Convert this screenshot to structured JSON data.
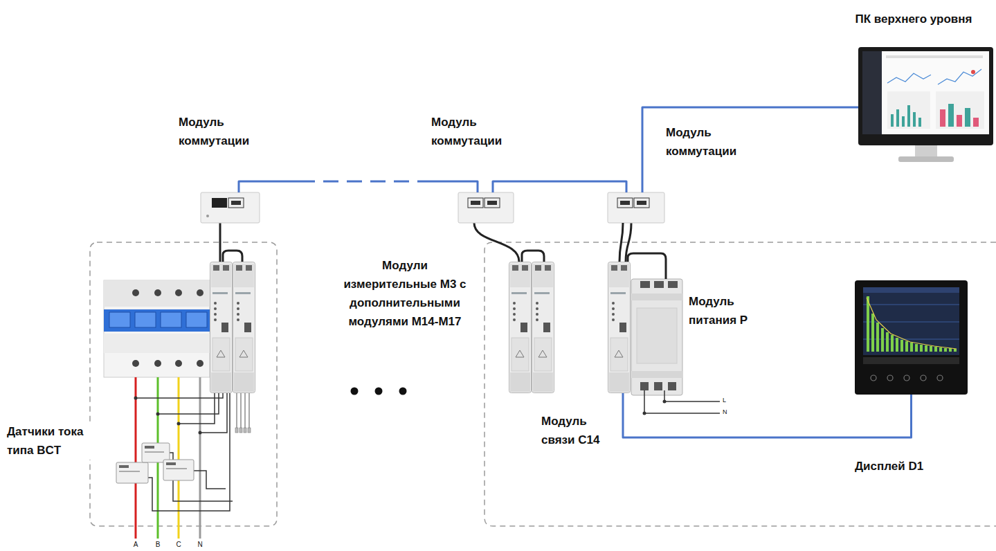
{
  "diagram": {
    "nodes": [
      {
        "text": [
          "ПК верхнего уровня"
        ]
      },
      {
        "text": [
          "Модуль коммутации"
        ]
      },
      {
        "text": [
          "Модуль коммутации"
        ]
      },
      {
        "text": [
          "Модуль коммутации"
        ]
      },
      {
        "text": [
          "Модуль питания P"
        ]
      },
      {
        "text": [
          "Модуль связи C14"
        ]
      },
      {
        "text": [
          "Дисплей D1"
        ]
      }
    ],
    "edges": [
      {
        "from": 1,
        "to": 2,
        "arrow": "none"
      },
      {
        "from": 2,
        "to": 3,
        "arrow": "none"
      },
      {
        "from": 3,
        "to": 0,
        "arrow": "none"
      },
      {
        "from": 3,
        "to": 5,
        "arrow": "none"
      },
      {
        "from": 5,
        "to": 6,
        "arrow": "none"
      }
    ],
    "labels": [
      "Модули измерительные M3 с дополнительными модулями M14-M17",
      "Датчики тока типа BCT",
      "A",
      "B",
      "C",
      "N",
      "L",
      "N"
    ]
  }
}
